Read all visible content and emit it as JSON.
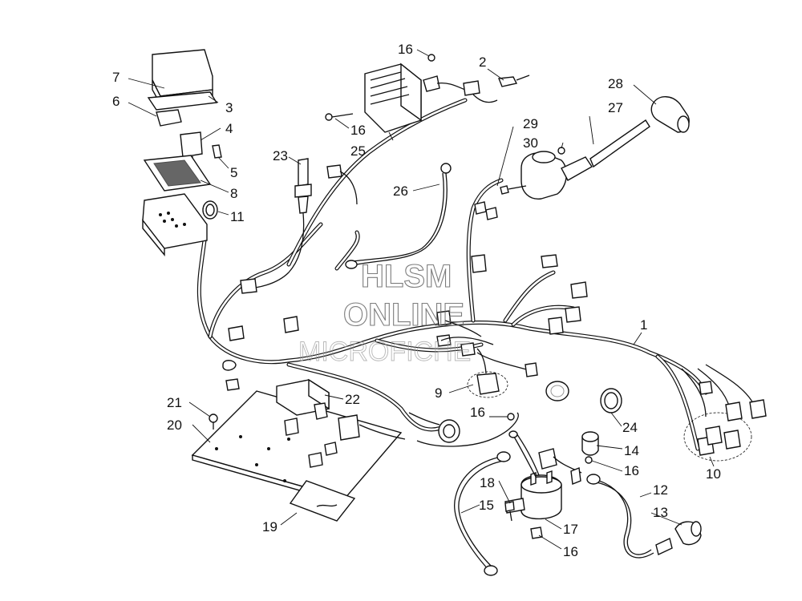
{
  "watermark": {
    "line1": "HLSM",
    "line2": "ONLINE",
    "line3": "MICROFICHE"
  },
  "callouts": [
    {
      "id": "c1",
      "text": "1"
    },
    {
      "id": "c2",
      "text": "2"
    },
    {
      "id": "c3",
      "text": "3"
    },
    {
      "id": "c4",
      "text": "4"
    },
    {
      "id": "c5",
      "text": "5"
    },
    {
      "id": "c6",
      "text": "6"
    },
    {
      "id": "c7",
      "text": "7"
    },
    {
      "id": "c8",
      "text": "8"
    },
    {
      "id": "c9",
      "text": "9"
    },
    {
      "id": "c10",
      "text": "10"
    },
    {
      "id": "c11",
      "text": "11"
    },
    {
      "id": "c12",
      "text": "12"
    },
    {
      "id": "c13",
      "text": "13"
    },
    {
      "id": "c14",
      "text": "14"
    },
    {
      "id": "c15",
      "text": "15"
    },
    {
      "id": "c16a",
      "text": "16"
    },
    {
      "id": "c16b",
      "text": "16"
    },
    {
      "id": "c16c",
      "text": "16"
    },
    {
      "id": "c16d",
      "text": "16"
    },
    {
      "id": "c16e",
      "text": "16"
    },
    {
      "id": "c17",
      "text": "17"
    },
    {
      "id": "c18",
      "text": "18"
    },
    {
      "id": "c19",
      "text": "19"
    },
    {
      "id": "c20",
      "text": "20"
    },
    {
      "id": "c21",
      "text": "21"
    },
    {
      "id": "c22",
      "text": "22"
    },
    {
      "id": "c23",
      "text": "23"
    },
    {
      "id": "c24",
      "text": "24"
    },
    {
      "id": "c25",
      "text": "25"
    },
    {
      "id": "c26",
      "text": "26"
    },
    {
      "id": "c27",
      "text": "27"
    },
    {
      "id": "c28",
      "text": "28"
    },
    {
      "id": "c29",
      "text": "29"
    },
    {
      "id": "c30",
      "text": "30"
    }
  ]
}
